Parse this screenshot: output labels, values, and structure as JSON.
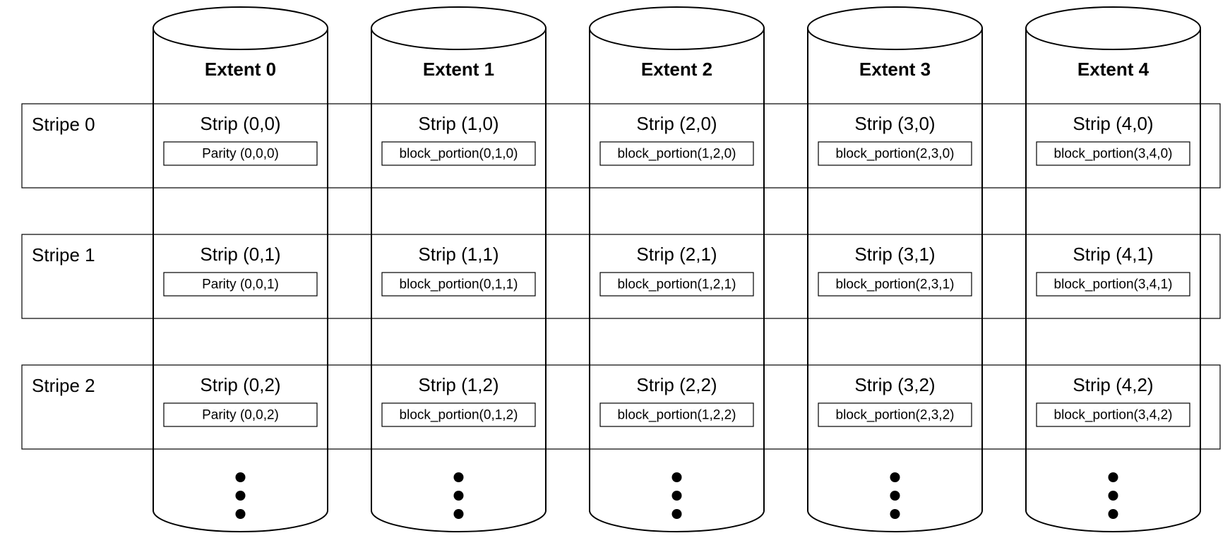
{
  "extents": [
    {
      "title": "Extent 0",
      "strips": [
        {
          "strip": "Strip (0,0)",
          "content": "Parity (0,0,0)"
        },
        {
          "strip": "Strip (0,1)",
          "content": "Parity (0,0,1)"
        },
        {
          "strip": "Strip (0,2)",
          "content": "Parity (0,0,2)"
        }
      ]
    },
    {
      "title": "Extent 1",
      "strips": [
        {
          "strip": "Strip (1,0)",
          "content": "block_portion(0,1,0)"
        },
        {
          "strip": "Strip (1,1)",
          "content": "block_portion(0,1,1)"
        },
        {
          "strip": "Strip (1,2)",
          "content": "block_portion(0,1,2)"
        }
      ]
    },
    {
      "title": "Extent 2",
      "strips": [
        {
          "strip": "Strip (2,0)",
          "content": "block_portion(1,2,0)"
        },
        {
          "strip": "Strip (2,1)",
          "content": "block_portion(1,2,1)"
        },
        {
          "strip": "Strip (2,2)",
          "content": "block_portion(1,2,2)"
        }
      ]
    },
    {
      "title": "Extent 3",
      "strips": [
        {
          "strip": "Strip (3,0)",
          "content": "block_portion(2,3,0)"
        },
        {
          "strip": "Strip (3,1)",
          "content": "block_portion(2,3,1)"
        },
        {
          "strip": "Strip (3,2)",
          "content": "block_portion(2,3,2)"
        }
      ]
    },
    {
      "title": "Extent 4",
      "strips": [
        {
          "strip": "Strip (4,0)",
          "content": "block_portion(3,4,0)"
        },
        {
          "strip": "Strip (4,1)",
          "content": "block_portion(3,4,1)"
        },
        {
          "strip": "Strip (4,2)",
          "content": "block_portion(3,4,2)"
        }
      ]
    }
  ],
  "stripes": [
    "Stripe 0",
    "Stripe 1",
    "Stripe 2"
  ]
}
